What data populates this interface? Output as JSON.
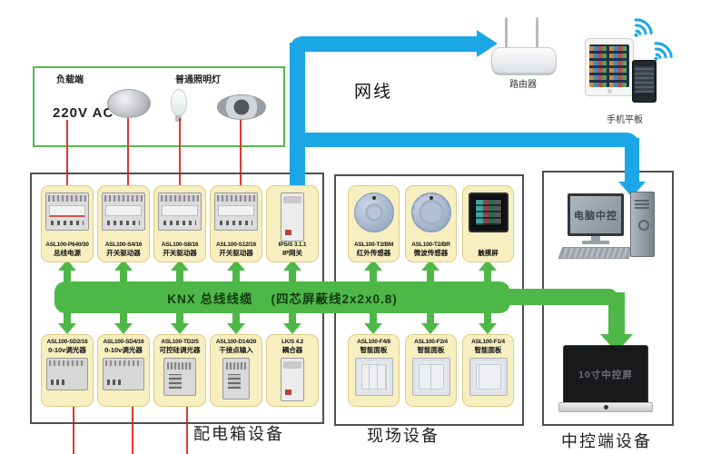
{
  "colors": {
    "accent_cyan": "#1ba7e5",
    "accent_green": "#4db848",
    "wire_red": "#e0392f",
    "card_yellow": "#f7efc0"
  },
  "load_box": {
    "load_label": "负载端",
    "lighting_label": "普通照明灯",
    "voltage": "220V AC"
  },
  "network": {
    "cable_label": "网线",
    "router_label": "路由器",
    "mobile_label": "手机平板"
  },
  "knx_bus": {
    "label": "KNX 总线线缆",
    "spec": "(四芯屏蔽线2x2x0.8)"
  },
  "distribution": {
    "title": "配电箱设备",
    "top_row": [
      {
        "model": "ASL100-P640/30",
        "name": "总线电源"
      },
      {
        "model": "ASL100-S4/16",
        "name": "开关驱动器"
      },
      {
        "model": "ASL100-S8/16",
        "name": "开关驱动器"
      },
      {
        "model": "ASL100-S12/16",
        "name": "开关驱动器"
      },
      {
        "model": "IPS/S 3.1.1",
        "name": "IP网关"
      }
    ],
    "bottom_row": [
      {
        "model": "ASL100-SD2/16",
        "name": "0-10v调光器"
      },
      {
        "model": "ASL100-SD4/16",
        "name": "0-10v调光器"
      },
      {
        "model": "ASL100-TD2/5",
        "name": "可控硅调光器"
      },
      {
        "model": "ASL100-D14/20",
        "name": "干接点输入"
      },
      {
        "model": "LK/S 4.2",
        "name": "耦合器"
      }
    ]
  },
  "field": {
    "title": "现场设备",
    "top_row": [
      {
        "model": "ASL100-T2/BM",
        "name": "红外传感器"
      },
      {
        "model": "ASL100-T2/BR",
        "name": "微波传感器"
      },
      {
        "model": "",
        "name": "触摸屏"
      }
    ],
    "bottom_row": [
      {
        "model": "ASL100-F4/8",
        "name": "智能面板"
      },
      {
        "model": "ASL100-F2/4",
        "name": "智能面板"
      },
      {
        "model": "ASL100-F1/4",
        "name": "智能面板"
      }
    ]
  },
  "central": {
    "title": "中控端设备",
    "pc_label": "电脑中控",
    "screen_label": "10寸中控屏"
  }
}
